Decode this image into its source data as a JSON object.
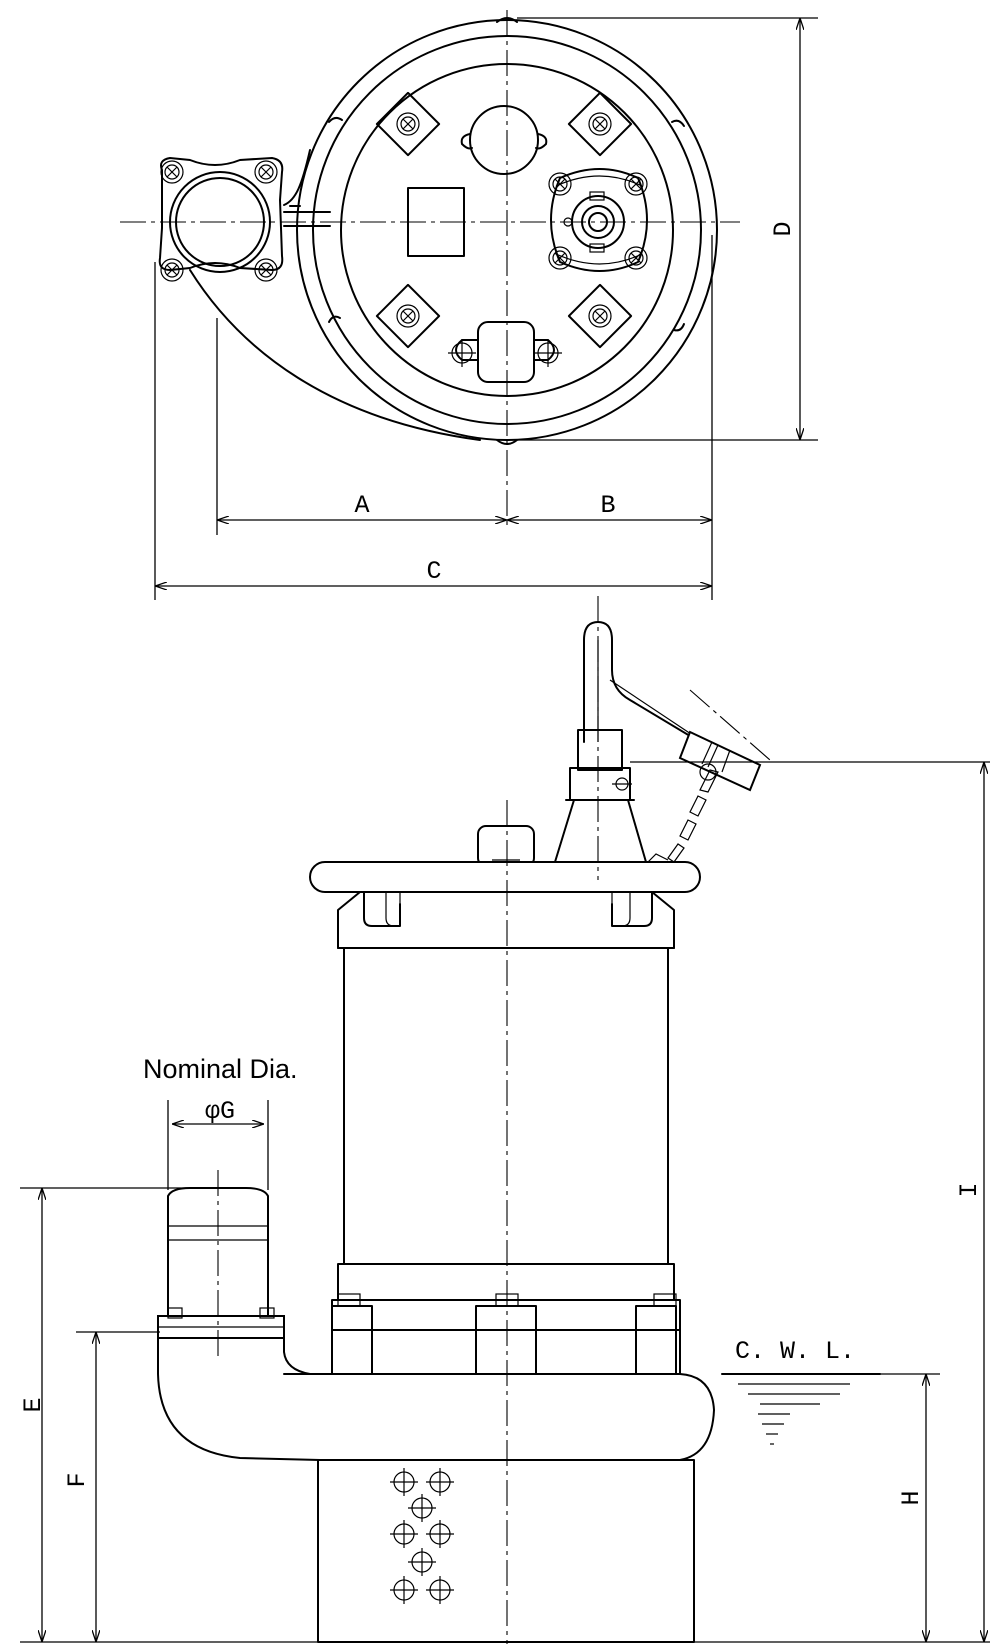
{
  "labels": {
    "dim_a": "A",
    "dim_b": "B",
    "dim_c": "C",
    "dim_d": "D",
    "dim_e": "E",
    "dim_f": "F",
    "dim_g": "φG",
    "dim_h": "H",
    "dim_i": "I",
    "nominal_dia": "Nominal Dia.",
    "cwl": "C. W. L."
  }
}
